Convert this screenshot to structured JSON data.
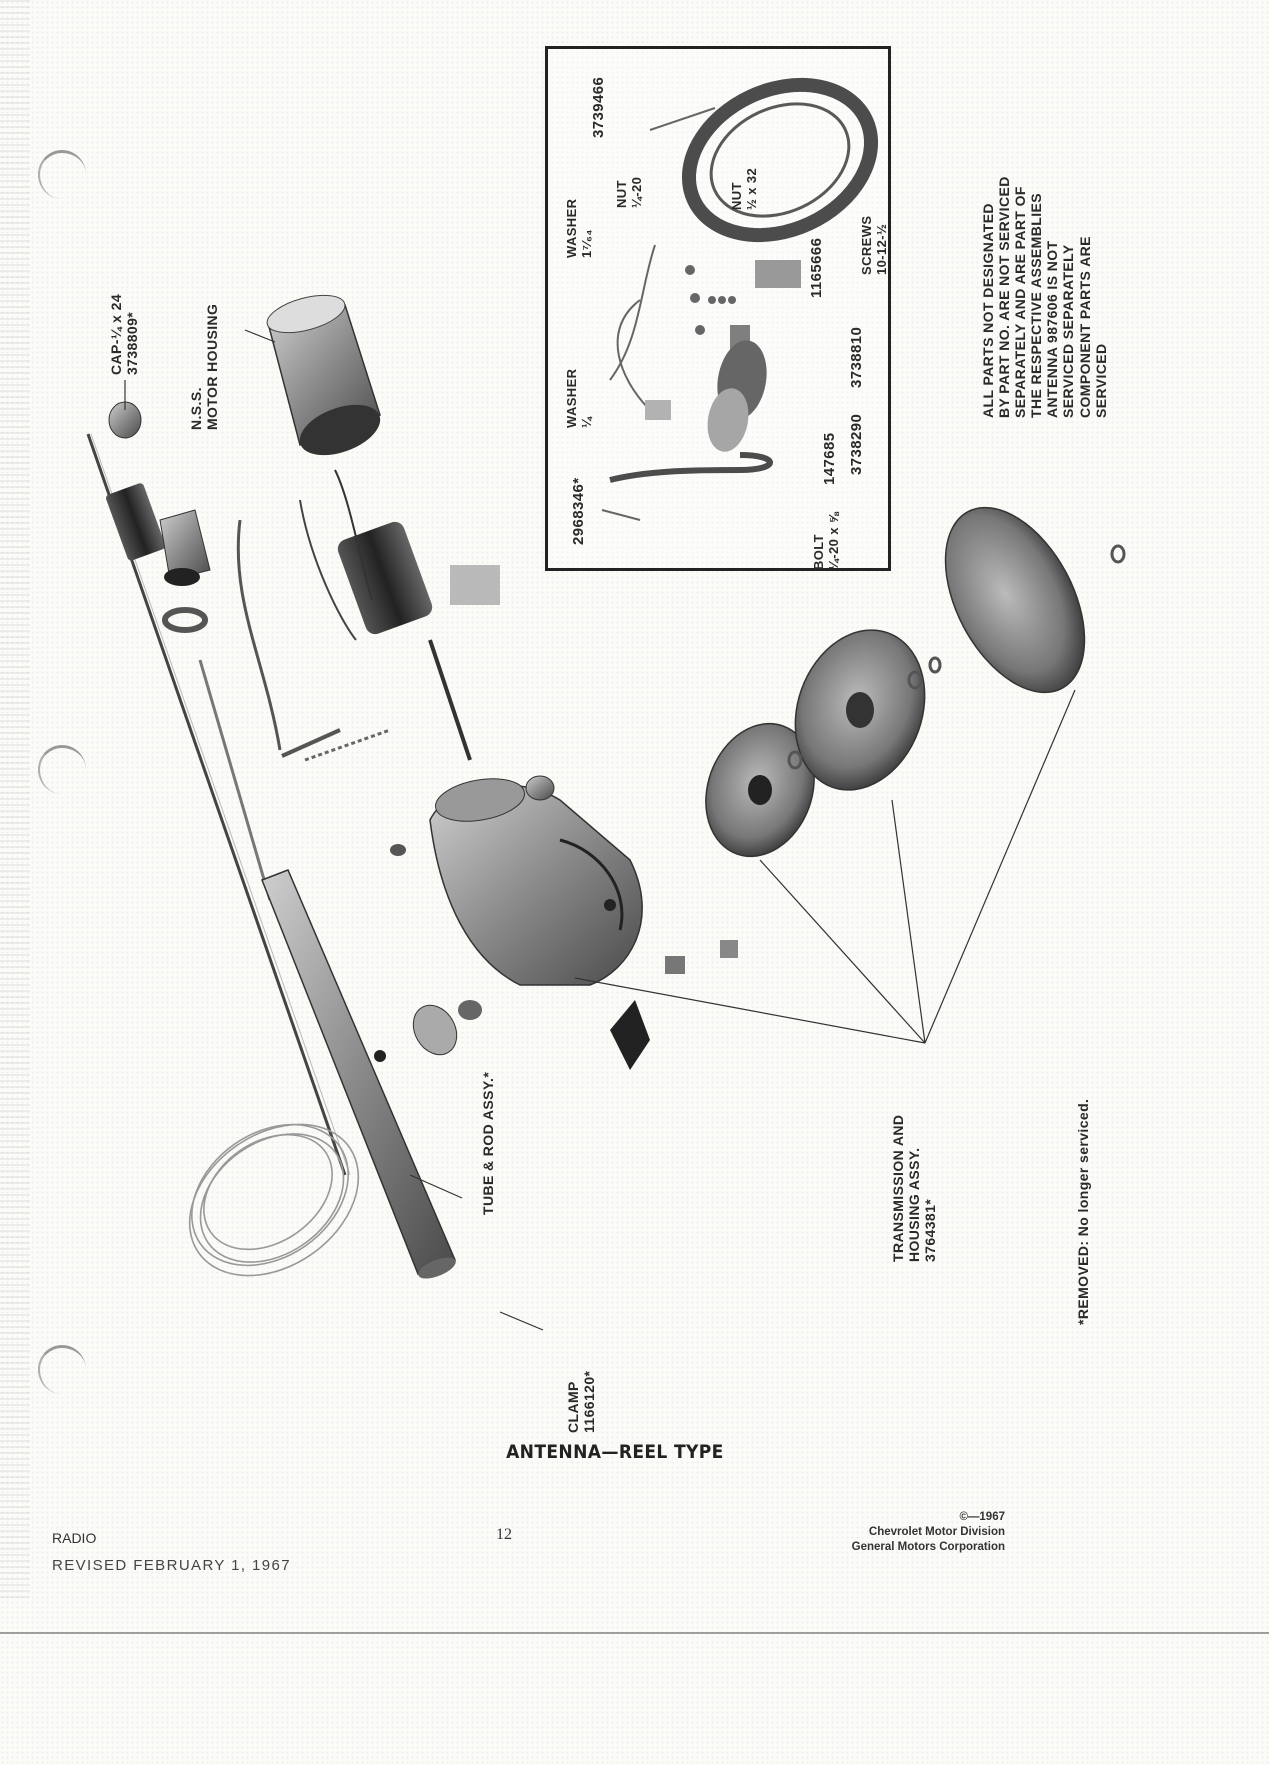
{
  "document": {
    "title": "ANTENNA—REEL TYPE",
    "section": "RADIO",
    "page_number": "12",
    "revised": "REVISED FEBRUARY 1, 1967",
    "copyright": "©—1967",
    "publisher_line1": "Chevrolet Motor Division",
    "publisher_line2": "General Motors Corporation"
  },
  "callouts": {
    "cap": {
      "line1": "CAP-¼ x 24",
      "line2": "3738809*"
    },
    "motor_housing": {
      "line1": "N.S.S.",
      "line2": "MOTOR HOUSING"
    },
    "tube_rod": "TUBE & ROD ASSY.*",
    "clamp": {
      "line1": "CLAMP",
      "line2": "1166120*"
    },
    "transmission": {
      "line1": "TRANSMISSION AND",
      "line2": "HOUSING ASSY.",
      "line3": "3764381*"
    },
    "removed_note": "*REMOVED: No longer serviced."
  },
  "inset": {
    "washer_top": {
      "line1": "WASHER",
      "line2": "1⁷⁄₆₄"
    },
    "part_3739466": "3739466",
    "nut_small": {
      "line1": "NUT",
      "line2": "¼-20"
    },
    "nut_large": {
      "line1": "NUT",
      "line2": "½ x 32"
    },
    "screws": {
      "line1": "SCREWS",
      "line2": "10-12-½"
    },
    "part_1165666": "1165666",
    "part_3738810": "3738810",
    "part_3738290": "3738290",
    "part_147685": "147685",
    "washer_bottom": {
      "line1": "WASHER",
      "line2": "¼"
    },
    "part_2968346": "2968346*",
    "bolt": {
      "line1": "BOLT",
      "line2": "¼-20 x ⅝"
    }
  },
  "side_note": {
    "line1": "ALL PARTS NOT DESIGNATED",
    "line2": "BY PART NO. ARE NOT SERVICED",
    "line3": "SEPARATELY AND ARE PART OF",
    "line4": "THE RESPECTIVE ASSEMBLIES",
    "line5": "ANTENNA 987606 IS NOT",
    "line6": "SERVICED SEPARATELY",
    "line7": "COMPONENT PARTS ARE",
    "line8": "SERVICED"
  },
  "colors": {
    "ink": "#222222",
    "paper": "#fbfbf8"
  }
}
